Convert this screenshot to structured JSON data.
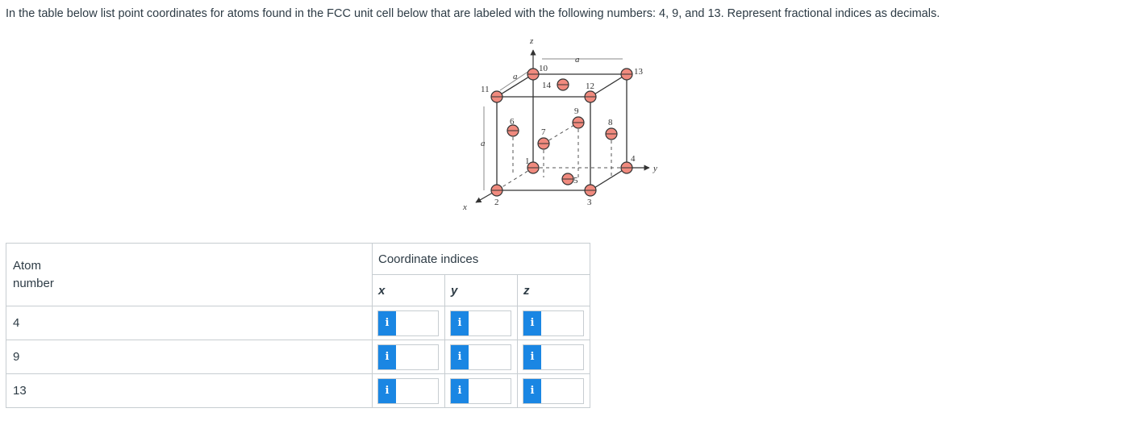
{
  "question": {
    "text": "In the table below list point coordinates for atoms found in the FCC unit cell below that are labeled with the following numbers: 4, 9, and 13.  Represent fractional indices as decimals."
  },
  "figure": {
    "atom_labels": [
      "1",
      "2",
      "3",
      "4",
      "5",
      "6",
      "7",
      "8",
      "9",
      "10",
      "11",
      "12",
      "13",
      "14"
    ],
    "edge_label": "a",
    "axes": {
      "x": "x",
      "y": "y",
      "z": "z"
    },
    "colors": {
      "atom_fill": "#f08a7e",
      "atom_stroke": "#333333",
      "line": "#333333"
    }
  },
  "table": {
    "atom_header_line1": "Atom",
    "atom_header_line2": "number",
    "coord_header": "Coordinate indices",
    "axis_headers": [
      "x",
      "y",
      "z"
    ],
    "rows": [
      {
        "atom": "4",
        "x": "",
        "y": "",
        "z": ""
      },
      {
        "atom": "9",
        "x": "",
        "y": "",
        "z": ""
      },
      {
        "atom": "13",
        "x": "",
        "y": "",
        "z": ""
      }
    ],
    "info_icon_glyph": "i",
    "info_icon_color": "#1a86e3"
  }
}
